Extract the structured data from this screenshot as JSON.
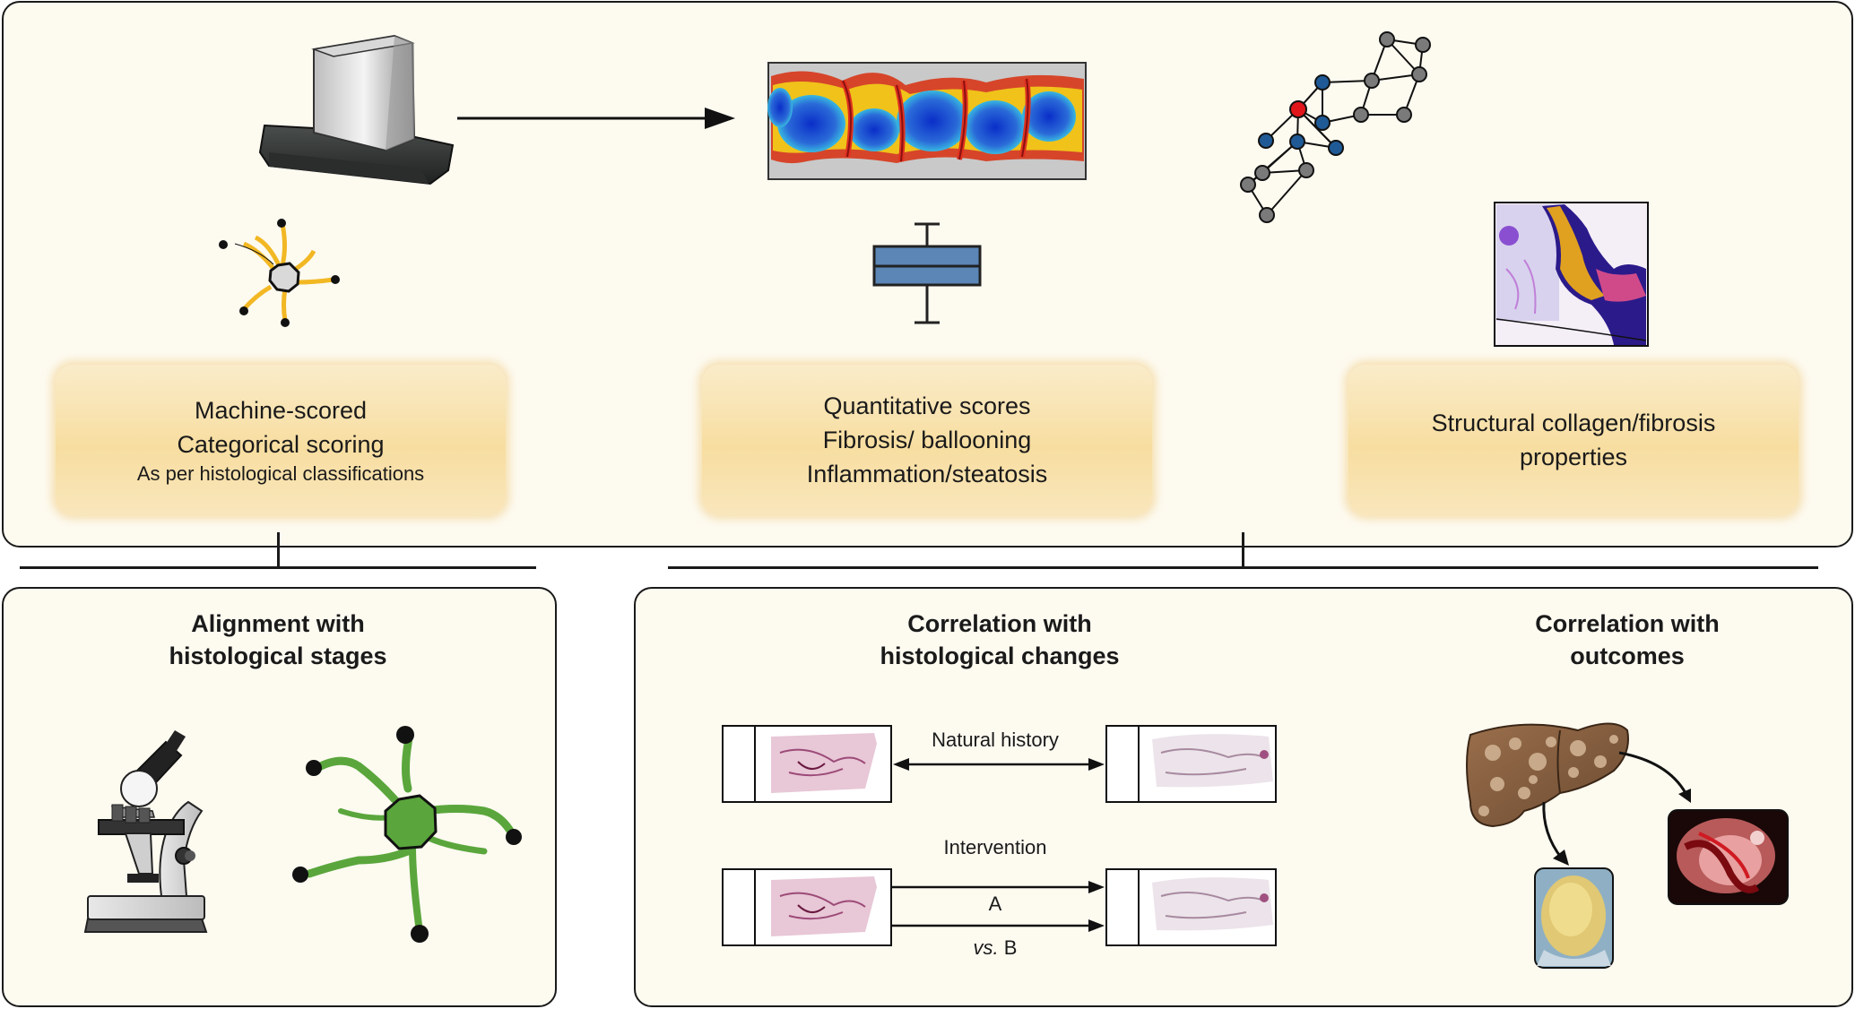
{
  "top": {
    "box_left": {
      "line1": "Machine-scored",
      "line2": "Categorical scoring",
      "line3": "As per histological classifications"
    },
    "box_middle": {
      "line1": "Quantitative scores",
      "line2": "Fibrosis/ ballooning",
      "line3": "Inflammation/steatosis"
    },
    "box_right": {
      "line1": "Structural collagen/fibrosis",
      "line2": "properties"
    }
  },
  "bottom_left": {
    "heading_line1": "Alignment with",
    "heading_line2": "histological stages"
  },
  "bottom_right": {
    "heading_center_line1": "Correlation with",
    "heading_center_line2": "histological changes",
    "heading_right_line1": "Correlation with",
    "heading_right_line2": "outcomes",
    "natural_history": "Natural history",
    "intervention": "Intervention",
    "arm_a": "A",
    "arm_vs": "vs.",
    "arm_b": "B"
  },
  "colors": {
    "panel_fill": "#fdfaf0",
    "box_fill": "#f7dda0",
    "boxplot_blue": "#5b86b6",
    "network_blue": "#1f5a96",
    "network_gray": "#7a7a7a",
    "network_red": "#e0161b",
    "cell_green": "#5aa63c",
    "cell_yellow": "#f2b824"
  }
}
